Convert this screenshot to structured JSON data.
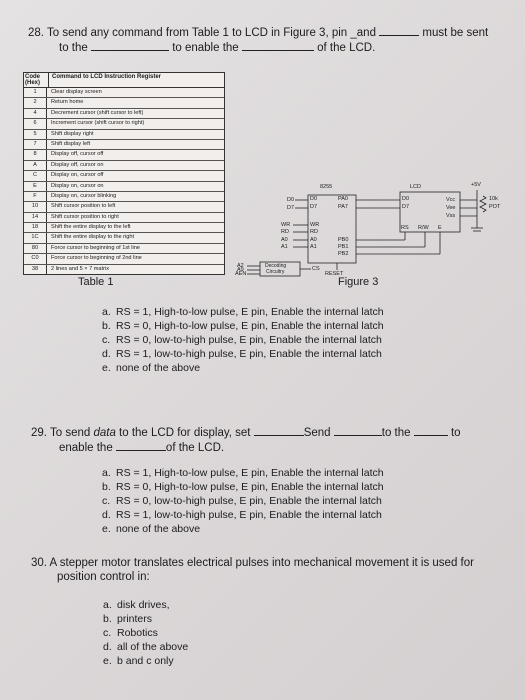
{
  "q28": {
    "line1_a": "28. To send any command from Table 1 to LCD in Figure 3, pin _and",
    "line1_b": "must be sent",
    "line2_a": "to the",
    "line2_b": "to enable the",
    "line2_c": "of the LCD."
  },
  "table1": {
    "header_code": "Code (Hex)",
    "header_instruction": "Command to LCD Instruction Register",
    "rows": [
      {
        "code": "1",
        "text": "Clear display screen"
      },
      {
        "code": "2",
        "text": "Return home"
      },
      {
        "code": "4",
        "text": "Decrement cursor (shift cursor to left)"
      },
      {
        "code": "6",
        "text": "Increment cursor (shift cursor to right)"
      },
      {
        "code": "5",
        "text": "Shift display right"
      },
      {
        "code": "7",
        "text": "Shift display left"
      },
      {
        "code": "8",
        "text": "Display off, cursor off"
      },
      {
        "code": "A",
        "text": "Display off, cursor on"
      },
      {
        "code": "C",
        "text": "Display on, cursor off"
      },
      {
        "code": "E",
        "text": "Display on, cursor on"
      },
      {
        "code": "F",
        "text": "Display on, cursor blinking"
      },
      {
        "code": "10",
        "text": "Shift cursor position to left"
      },
      {
        "code": "14",
        "text": "Shift cursor position to right"
      },
      {
        "code": "18",
        "text": "Shift the entire display to the left"
      },
      {
        "code": "1C",
        "text": "Shift the entire display to the right"
      },
      {
        "code": "80",
        "text": "Force cursor to beginning of 1st line"
      },
      {
        "code": "C0",
        "text": "Force cursor to beginning of 2nd line"
      },
      {
        "code": "38",
        "text": "2 lines and 5 × 7 matrix"
      }
    ],
    "caption": "Table 1"
  },
  "figure3": {
    "caption": "Figure 3",
    "chip_8255": "8255",
    "lcd": "LCD",
    "d0": "D0",
    "d7": "D7",
    "pa0": "PA0",
    "pa7": "PA7",
    "lcd_d0": "D0",
    "lcd_d7": "D7",
    "wr": "WR",
    "rd": "RD",
    "a0": "A0",
    "a1": "A1",
    "pb0": "PB0",
    "pb1": "PB1",
    "pb2": "PB2",
    "cs": "CS",
    "reset": "RESET",
    "a2": "A2",
    "a9": "A9",
    "aen": "AEN",
    "decoding": "Decoding",
    "circuitry": "Circuitry",
    "rs": "RS",
    "rw": "R/W",
    "e": "E",
    "vcc": "Vcc",
    "vee": "Vee",
    "vss": "Vss",
    "plus5v": "+5V",
    "pot_value": "10k",
    "pot": "POT"
  },
  "q28_options": [
    {
      "letter": "a.",
      "text": "RS = 1, High-to-low pulse, E pin, Enable the internal latch"
    },
    {
      "letter": "b.",
      "text": "RS = 0, High-to-low pulse, E pin, Enable the internal latch"
    },
    {
      "letter": "c.",
      "text": "RS = 0, low-to-high pulse, E pin, Enable the internal latch"
    },
    {
      "letter": "d.",
      "text": "RS = 1, low-to-high pulse, E pin, Enable the internal latch"
    },
    {
      "letter": "e.",
      "text": "none of the above"
    }
  ],
  "q29": {
    "line1_a": "29. To send ",
    "line1_data": "data",
    "line1_b": " to the LCD for display, set",
    "line1_c": "Send",
    "line1_d": "to the",
    "line1_e": "to",
    "line2_a": "enable the",
    "line2_b": "of the LCD."
  },
  "q29_options": [
    {
      "letter": "a.",
      "text": "RS = 1, High-to-low pulse, E pin, Enable the internal latch"
    },
    {
      "letter": "b.",
      "text": "RS = 0, High-to-low pulse, E pin, Enable the internal latch"
    },
    {
      "letter": "c.",
      "text": "RS = 0, low-to-high pulse, E pin, Enable the internal latch"
    },
    {
      "letter": "d.",
      "text": "RS = 1, low-to-high pulse, E pin, Enable the internal latch"
    },
    {
      "letter": "e.",
      "text": "none of the above"
    }
  ],
  "q30": {
    "line1": "30. A stepper motor translates electrical pulses into mechanical movement it is used for",
    "line2": "position control in:"
  },
  "q30_options": [
    {
      "letter": "a.",
      "text": "disk drives,"
    },
    {
      "letter": "b.",
      "text": "printers"
    },
    {
      "letter": "c.",
      "text": "Robotics"
    },
    {
      "letter": "d.",
      "text": "all of the above"
    },
    {
      "letter": "e.",
      "text": "b and c only"
    }
  ]
}
